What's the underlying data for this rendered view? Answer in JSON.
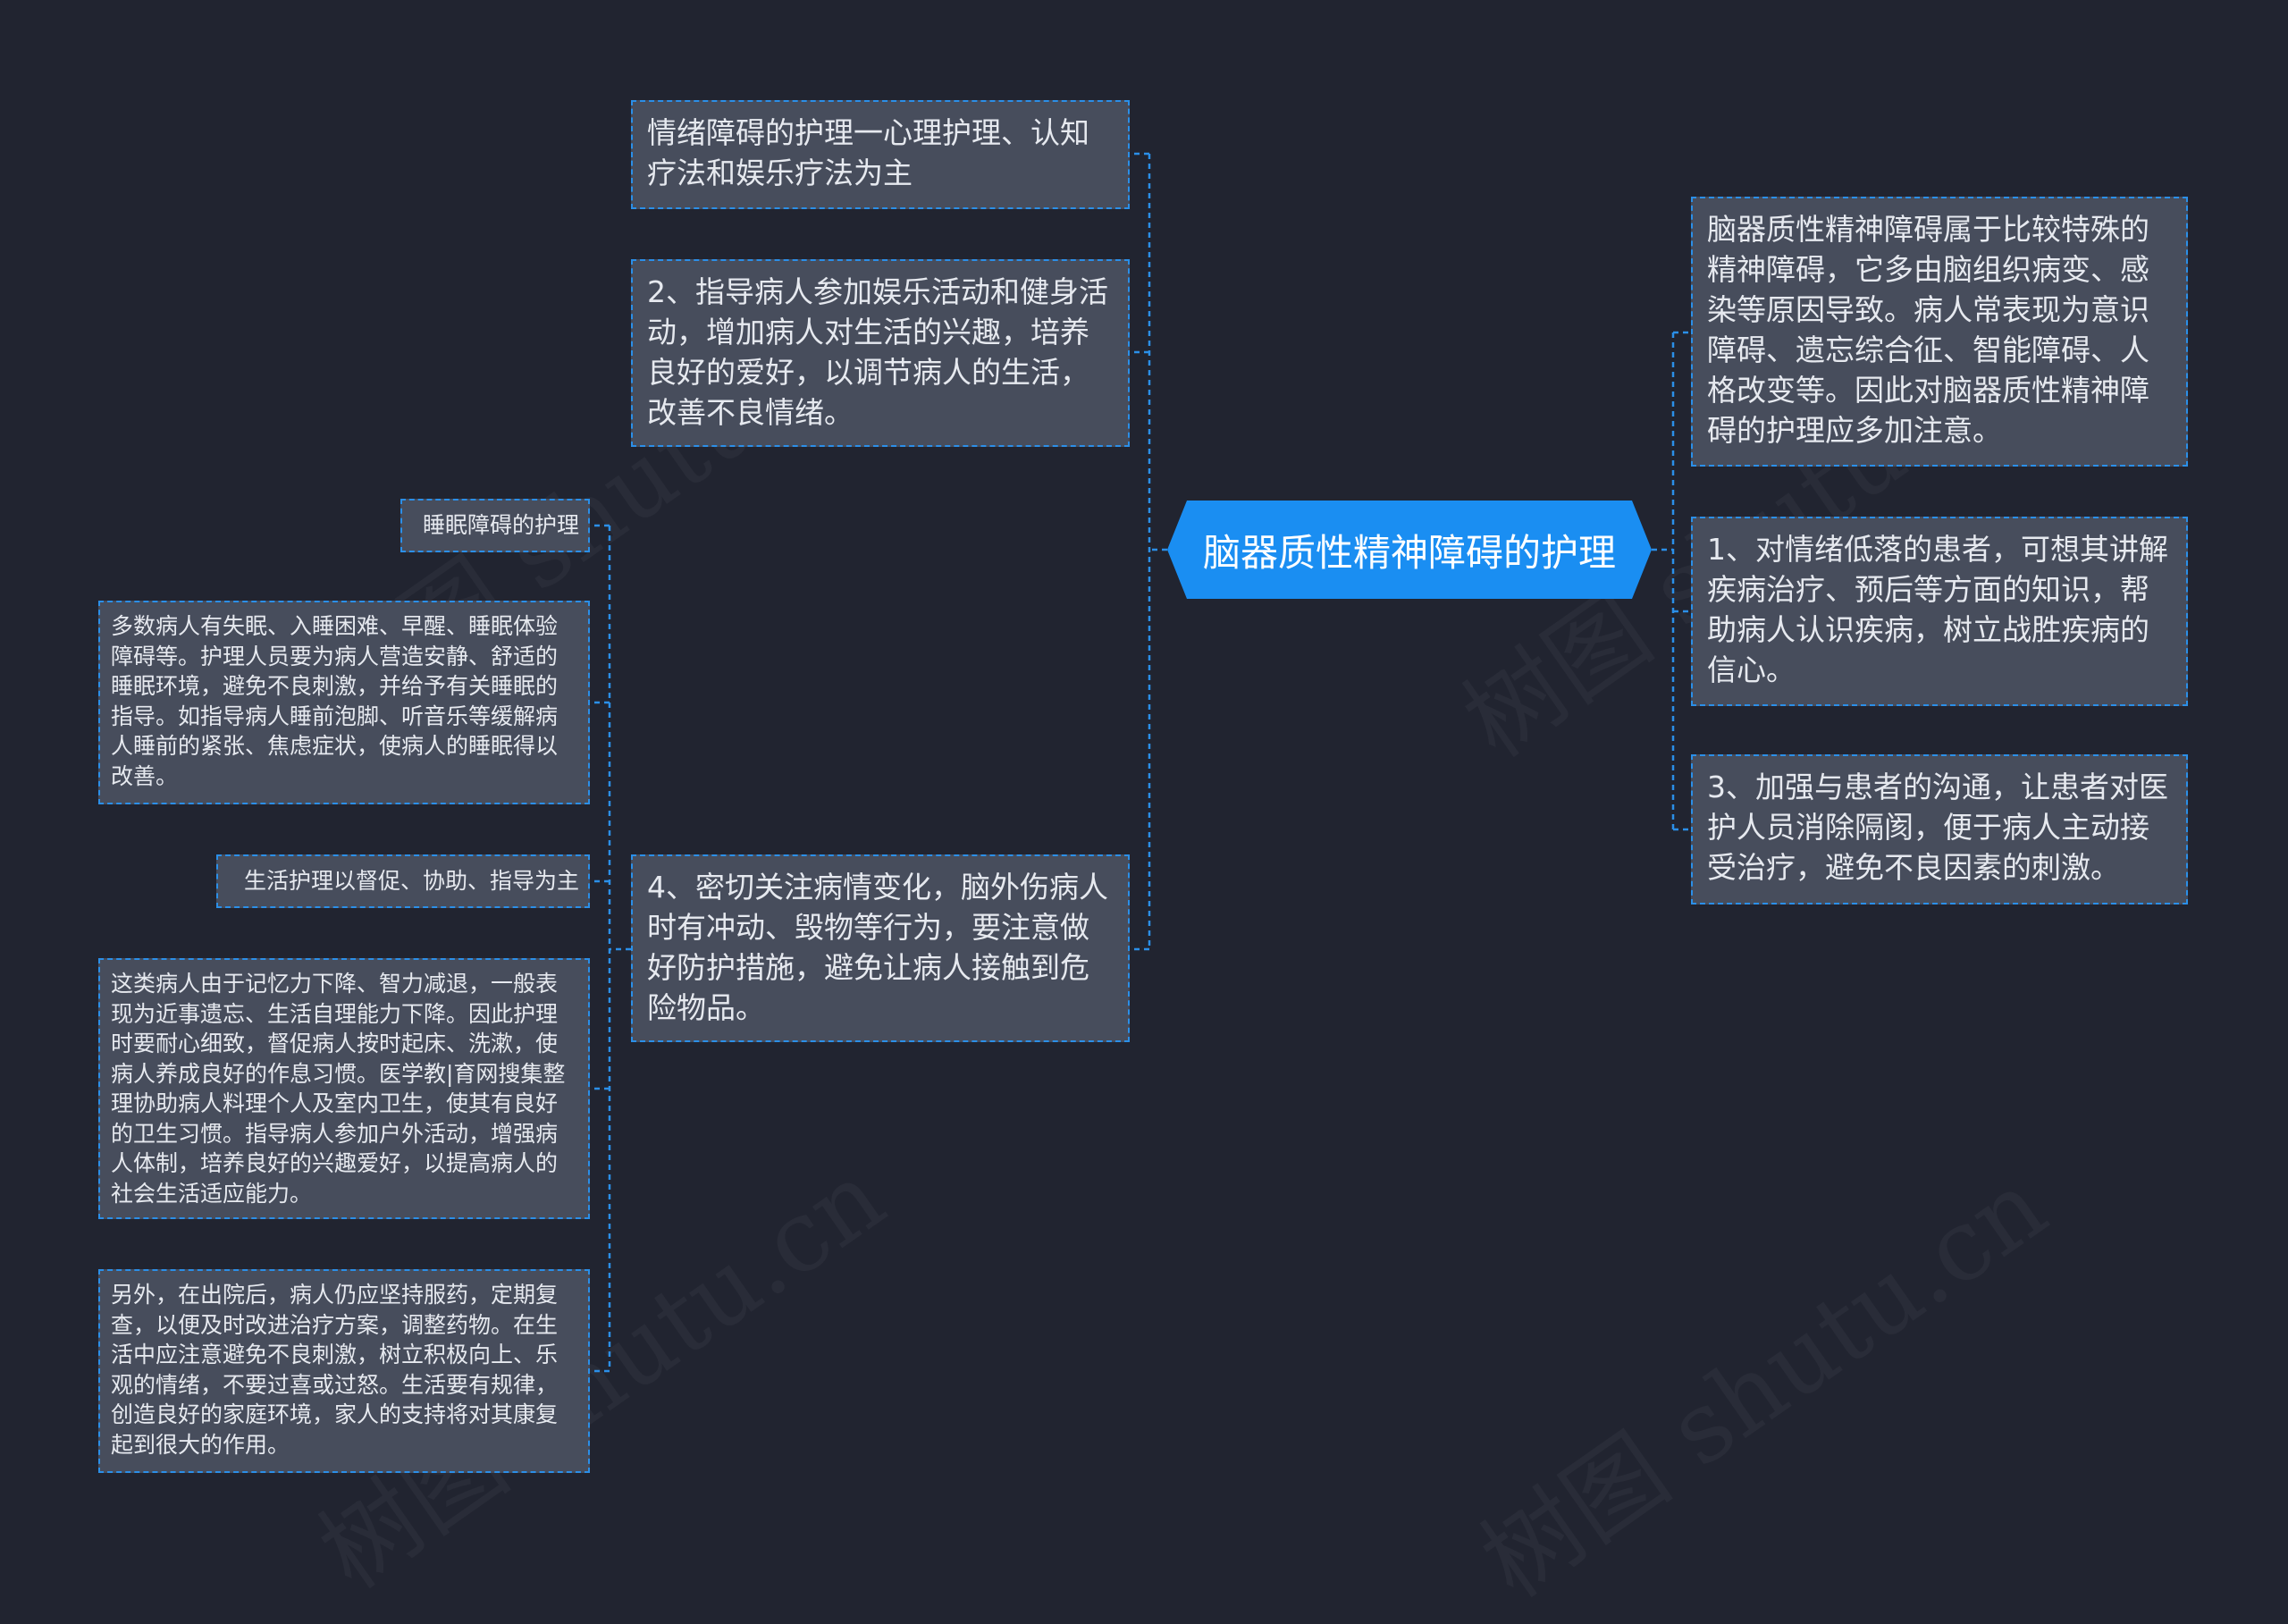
{
  "watermark": {
    "text": "树图 shutu.cn"
  },
  "mindmap": {
    "center": "脑器质性精神障碍的护理",
    "left_nodes": {
      "emotion_header": "情绪障碍的护理一心理护理、认知疗法和娱乐疗法为主",
      "item2": "2、指导病人参加娱乐活动和健身活动，增加病人对生活的兴趣，培养良好的爱好，以调节病人的生活，改善不良情绪。",
      "item4": "4、密切关注病情变化，脑外伤病人时有冲动、毁物等行为，要注意做好防护措施，避免让病人接触到危险物品。"
    },
    "far_left_nodes": {
      "sleep_label": "睡眠障碍的护理",
      "sleep_detail": "多数病人有失眠、入睡困难、早醒、睡眠体验障碍等。护理人员要为病人营造安静、舒适的睡眠环境，避免不良刺激，并给予有关睡眠的指导。如指导病人睡前泡脚、听音乐等缓解病人睡前的紧张、焦虑症状，使病人的睡眠得以改善。",
      "life_label": "生活护理以督促、协助、指导为主",
      "life_detail": "这类病人由于记忆力下降、智力减退，一般表现为近事遗忘、生活自理能力下降。因此护理时要耐心细致，督促病人按时起床、洗漱，使病人养成良好的作息习惯。医学教|育网搜集整理协助病人料理个人及室内卫生，使其有良好的卫生习惯。指导病人参加户外活动，增强病人体制，培养良好的兴趣爱好，以提高病人的社会生活适应能力。",
      "discharge_detail": "另外，在出院后，病人仍应坚持服药，定期复查，以便及时改进治疗方案，调整药物。在生活中应注意避免不良刺激，树立积极向上、乐观的情绪，不要过喜或过怒。生活要有规律，创造良好的家庭环境，家人的支持将对其康复起到很大的作用。"
    },
    "right_nodes": {
      "intro": "脑器质性精神障碍属于比较特殊的精神障碍，它多由脑组织病变、感染等原因导致。病人常表现为意识障碍、遗忘综合征、智能障碍、人格改变等。因此对脑器质性精神障碍的护理应多加注意。",
      "item1": "1、对情绪低落的患者，可想其讲解疾病治疗、预后等方面的知识，帮助病人认识疾病，树立战胜疾病的信心。",
      "item3": "3、加强与患者的沟通，让患者对医护人员消除隔阂，便于病人主动接受治疗，避免不良因素的刺激。"
    },
    "colors": {
      "background": "#212430",
      "node_fill": "#474d5c",
      "accent": "#1a8ef2",
      "connector": "#2b8fe8",
      "text": "#e6e9ef"
    }
  }
}
